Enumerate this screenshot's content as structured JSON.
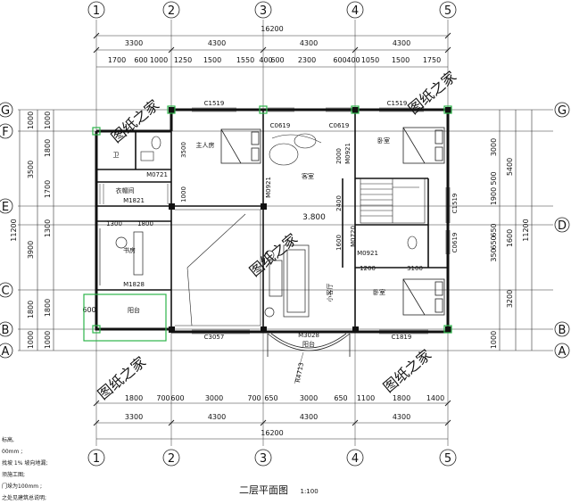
{
  "drawing": {
    "title": "二层平面图",
    "scale": "1:100",
    "elevation": "3.800",
    "notes": [
      "标高,",
      "00mm ;",
      "找坡 1% 坡向地漏;",
      "须施工图;",
      "门垛为100mm ;",
      "之处见建筑总说明;"
    ]
  },
  "axes": {
    "columns": [
      "1",
      "2",
      "3",
      "4",
      "5"
    ],
    "rows": [
      "G",
      "F",
      "E",
      "D",
      "C",
      "B",
      "A"
    ]
  },
  "dimensions": {
    "top_total": "16200",
    "top_bays": [
      "3300",
      "4300",
      "4300",
      "4300"
    ],
    "top_detail": [
      "1700",
      "600",
      "1000",
      "1250",
      "1500",
      "1550",
      "400",
      "600",
      "2300",
      "600",
      "400",
      "1050",
      "1500",
      "1750"
    ],
    "bottom_total": "16200",
    "bottom_bays": [
      "3300",
      "4300",
      "4300",
      "4300"
    ],
    "bottom_detail": [
      "1800",
      "700",
      "600",
      "3000",
      "700",
      "650",
      "3000",
      "650",
      "1100",
      "1800",
      "1400"
    ],
    "left_total": "11200",
    "left_bays": [
      "1000",
      "3500",
      "3900",
      "1800",
      "1000"
    ],
    "left_detail": [
      "1000",
      "1800",
      "1700",
      "1300",
      "1800",
      "600",
      "1000"
    ],
    "right_total": "11200",
    "right_bays": [
      "5400",
      "1600",
      "3200"
    ],
    "right_detail": [
      "3000",
      "500",
      "1900",
      "650",
      "650",
      "350",
      "1000"
    ]
  },
  "rooms": {
    "master_bedroom": "主人房",
    "bath1": "卫",
    "cloakroom": "衣帽间",
    "study": "书房",
    "balcony_left": "阳台",
    "living": "客室",
    "small_living": "小客厅",
    "bedroom_top": "卧室",
    "bedroom_bottom": "卧室",
    "balcony_center": "阳台"
  },
  "tags": {
    "c1519_a": "C1519",
    "c0619_a": "C0619",
    "c0619_b": "C0619",
    "c1519_b": "C1519",
    "m0721": "M0721",
    "m1821": "M1821",
    "m1828": "M1828",
    "m0921_a": "M0921",
    "m0921_b": "M0921",
    "m0921_c": "M0921",
    "m0720": "M0720",
    "c1519_c": "C1519",
    "c0619_c": "C0619",
    "c3057": "C3057",
    "m3028": "M3028",
    "c1819": "C1819",
    "r4713": "R4713"
  },
  "interior_dims": [
    "3500",
    "1000",
    "2000",
    "2400",
    "1600",
    "1300",
    "1800",
    "1200",
    "3100"
  ],
  "watermarks": [
    "图纸之家",
    "图纸之家",
    "图纸之家",
    "图纸之家",
    "图纸之家"
  ]
}
